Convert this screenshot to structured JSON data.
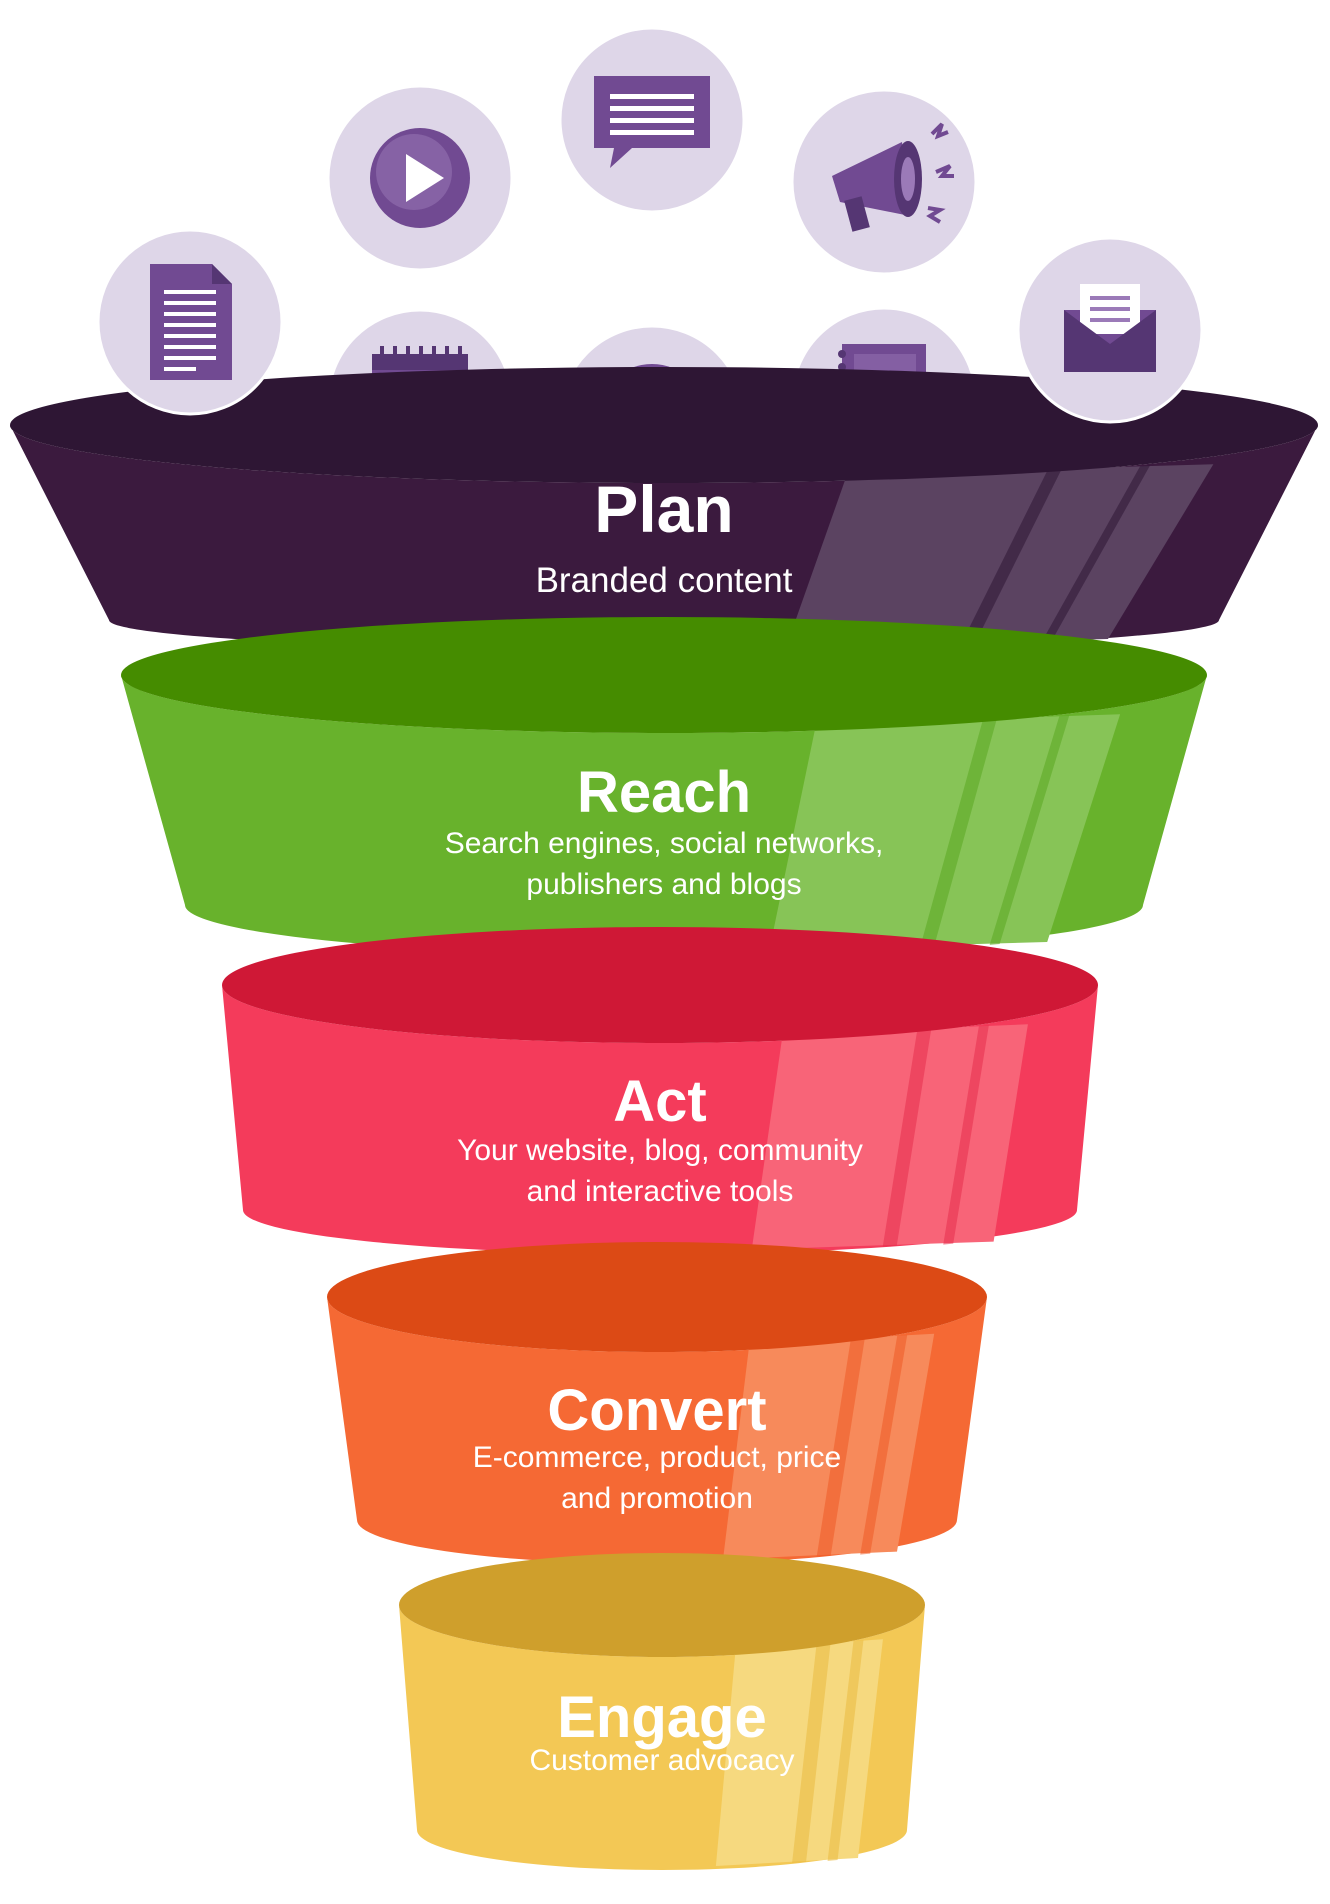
{
  "stages": [
    {
      "title": "Plan",
      "desc_lines": [
        "Branded content"
      ],
      "colors": {
        "rim": "#2e1634",
        "body": "#3b1a3e",
        "hi": "#5b4361",
        "dark": "#2e1634"
      }
    },
    {
      "title": "Reach",
      "desc_lines": [
        "Search engines, social networks,",
        "publishers and blogs"
      ],
      "colors": {
        "rim": "#458c00",
        "body": "#68b22c",
        "hi": "#87c457",
        "dark": "#5aa820"
      }
    },
    {
      "title": "Act",
      "desc_lines": [
        "Your website, blog, community",
        "and interactive tools"
      ],
      "colors": {
        "rim": "#cf1836",
        "body": "#f43b5b",
        "hi": "#f86478",
        "dark": "#e62d4d"
      }
    },
    {
      "title": "Convert",
      "desc_lines": [
        "E-commerce, product, price",
        "and promotion"
      ],
      "colors": {
        "rim": "#dc4a15",
        "body": "#f56934",
        "hi": "#f78a5b",
        "dark": "#ee5a25"
      }
    },
    {
      "title": "Engage",
      "desc_lines": [
        "Customer advocacy"
      ],
      "colors": {
        "rim": "#cf9f2c",
        "body": "#f3c855",
        "hi": "#f6d97f",
        "dark": "#e9b93f"
      }
    }
  ],
  "icons": [
    {
      "name": "document-icon"
    },
    {
      "name": "play-video-icon"
    },
    {
      "name": "chat-message-icon"
    },
    {
      "name": "megaphone-icon"
    },
    {
      "name": "email-envelope-icon"
    },
    {
      "name": "calendar-icon"
    },
    {
      "name": "star-badge-icon"
    },
    {
      "name": "notebook-icon"
    }
  ],
  "icon_colors": {
    "circle": "#ded6e8",
    "glyph": "#714a92",
    "glyph_light": "#9b7ab8",
    "glyph_dark": "#553673"
  }
}
